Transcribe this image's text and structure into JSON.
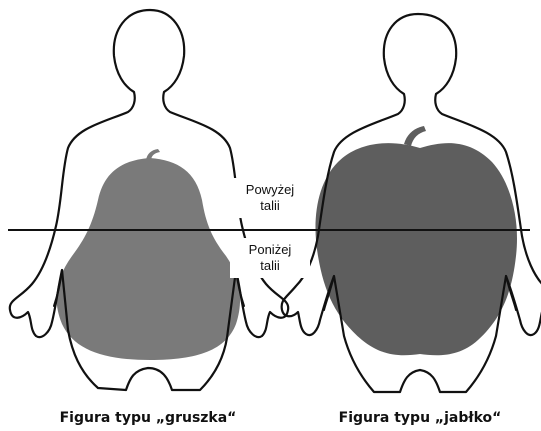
{
  "labels": {
    "above_line1": "Powyżej",
    "above_line2": "talii",
    "below_line1": "Poniżej",
    "below_line2": "talii"
  },
  "captions": {
    "left": "Figura typu „gruszka“",
    "right": "Figura typu „jabłko“"
  },
  "colors": {
    "pear_fill": "#7a7a7a",
    "apple_fill": "#5e5e5e",
    "outline": "#111111",
    "background": "#ffffff"
  }
}
